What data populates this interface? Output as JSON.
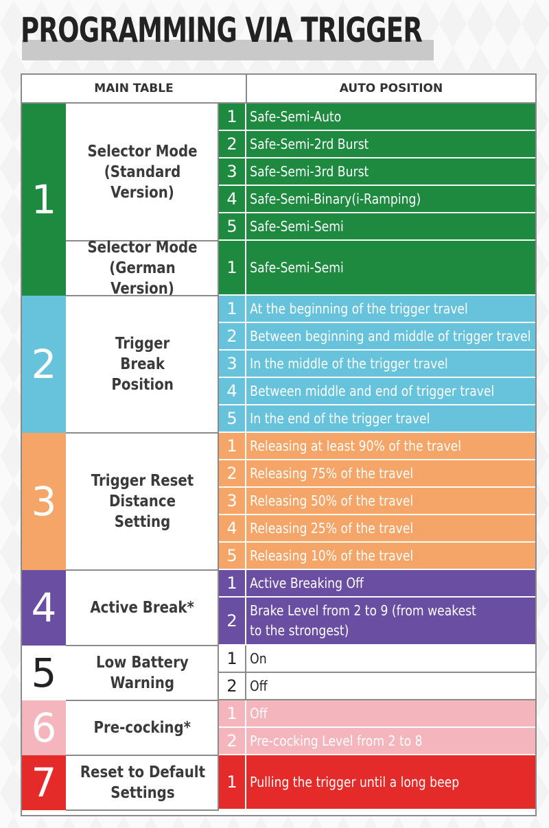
{
  "title": "PROGRAMMING VIA TRIGGER",
  "header": {
    "main_table": "MAIN TABLE",
    "auto_position": "AUTO POSITION"
  },
  "colors": {
    "green": "#1e8a3f",
    "blue": "#67c3dc",
    "orange": "#f5a567",
    "purple": "#6a4ea2",
    "white": "#ffffff",
    "pink": "#f4b5bc",
    "red": "#e52a2a"
  },
  "sections": [
    {
      "number": "1",
      "color": "green",
      "groups": [
        {
          "label": "Selector Mode\n(Standard Version)",
          "items": [
            {
              "n": "1",
              "text": "Safe-Semi-Auto"
            },
            {
              "n": "2",
              "text": "Safe-Semi-2rd Burst"
            },
            {
              "n": "3",
              "text": "Safe-Semi-3rd Burst"
            },
            {
              "n": "4",
              "text": "Safe-Semi-Binary(i-Ramping)"
            },
            {
              "n": "5",
              "text": "Safe-Semi-Semi"
            }
          ]
        },
        {
          "label": "Selector Mode\n(German Version)",
          "items": [
            {
              "n": "1",
              "text": "Safe-Semi-Semi"
            }
          ]
        }
      ]
    },
    {
      "number": "2",
      "color": "blue",
      "groups": [
        {
          "label": "Trigger\nBreak\nPosition",
          "items": [
            {
              "n": "1",
              "text": "At the beginning of the trigger travel"
            },
            {
              "n": "2",
              "text": "Between beginning and middle of trigger travel"
            },
            {
              "n": "3",
              "text": "In the middle of the trigger travel"
            },
            {
              "n": "4",
              "text": "Between middle and end of trigger travel"
            },
            {
              "n": "5",
              "text": "In the end of the trigger travel"
            }
          ]
        }
      ]
    },
    {
      "number": "3",
      "color": "orange",
      "groups": [
        {
          "label": "Trigger Reset\nDistance Setting",
          "items": [
            {
              "n": "1",
              "text": "Releasing at least 90% of the travel"
            },
            {
              "n": "2",
              "text": "Releasing 75% of the travel"
            },
            {
              "n": "3",
              "text": "Releasing 50% of the travel"
            },
            {
              "n": "4",
              "text": "Releasing 25% of the travel"
            },
            {
              "n": "5",
              "text": "Releasing 10% of the travel"
            }
          ]
        }
      ]
    },
    {
      "number": "4",
      "color": "purple",
      "groups": [
        {
          "label": "Active Break*",
          "items": [
            {
              "n": "1",
              "text": "Active Breaking Off"
            },
            {
              "n": "2",
              "text": "Brake Level from 2 to 9 (from weakest\nto the strongest)"
            }
          ]
        }
      ]
    },
    {
      "number": "5",
      "color": "white",
      "groups": [
        {
          "label": "Low Battery\nWarning",
          "items": [
            {
              "n": "1",
              "text": "On"
            },
            {
              "n": "2",
              "text": "Off"
            }
          ]
        }
      ]
    },
    {
      "number": "6",
      "color": "pink",
      "groups": [
        {
          "label": "Pre-cocking*",
          "items": [
            {
              "n": "1",
              "text": "Off"
            },
            {
              "n": "2",
              "text": "Pre-cocking Level from 2 to 8"
            }
          ]
        }
      ]
    },
    {
      "number": "7",
      "color": "red",
      "groups": [
        {
          "label": "Reset to Default\nSettings",
          "items": [
            {
              "n": "1",
              "text": "Pulling the trigger until a long beep"
            }
          ]
        }
      ]
    }
  ]
}
